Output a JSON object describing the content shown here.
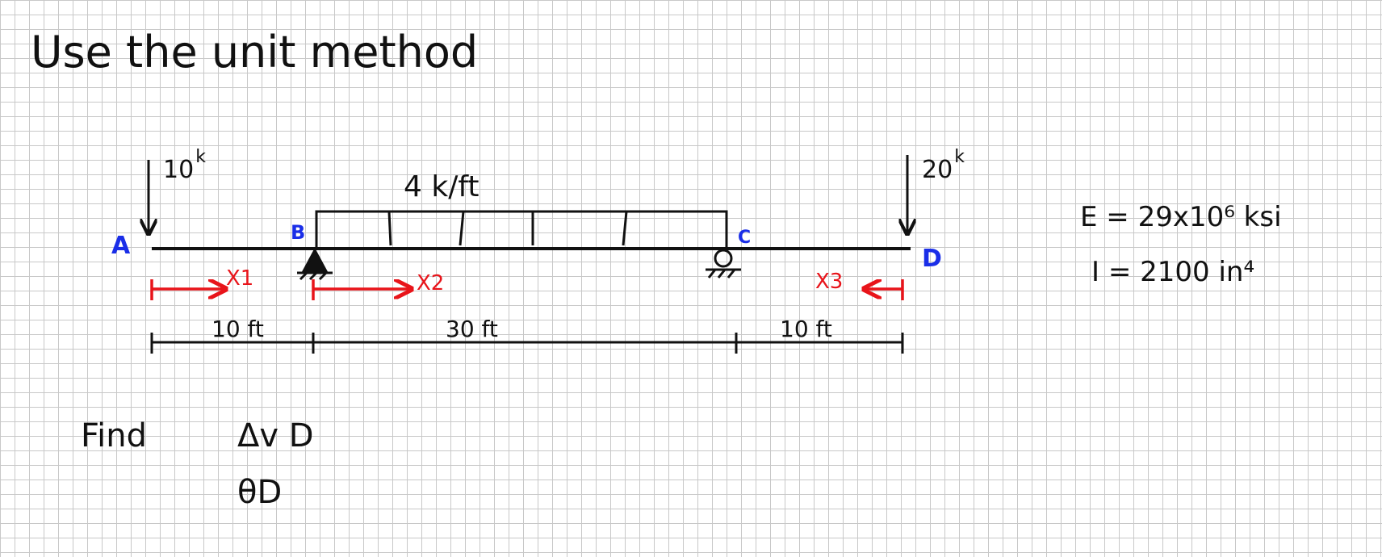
{
  "title": "Use the unit method",
  "loads": {
    "point_A": {
      "value": "10",
      "unit": "k"
    },
    "point_D": {
      "value": "20",
      "unit": "k"
    },
    "distributed": "4 k/ft"
  },
  "points": {
    "a": "A",
    "b": "B",
    "c": "C",
    "d": "D"
  },
  "coordinates": {
    "x1": "X1",
    "x2": "X2",
    "x3": "X3"
  },
  "dimensions": {
    "ab": "10 ft",
    "bc": "30 ft",
    "cd": "10 ft"
  },
  "properties": {
    "E": "E = 29x10⁶ ksi",
    "I": "I = 2100 in⁴"
  },
  "find": {
    "label": "Find",
    "q1": "Δv D",
    "q2": "θD"
  },
  "colors": {
    "ink": "#111111",
    "points": "#1a2ee8",
    "coordinates": "#e8141a",
    "grid": "#c8c8c8"
  }
}
